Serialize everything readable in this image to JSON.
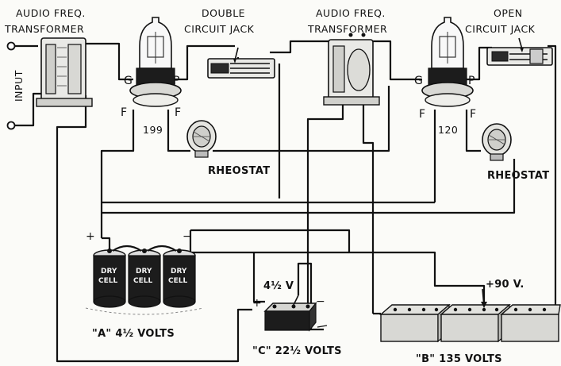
{
  "labels": {
    "transformer_1_line1": "AUDIO FREQ.",
    "transformer_1_line2": "TRANSFORMER",
    "double_jack_line1": "DOUBLE",
    "double_jack_line2": "CIRCUIT JACK",
    "transformer_2_line1": "AUDIO FREQ.",
    "transformer_2_line2": "TRANSFORMER",
    "open_jack_line1": "OPEN",
    "open_jack_line2": "CIRCUIT JACK",
    "input": "INPUT",
    "tube1_type": "199",
    "tube2_type": "120",
    "rheostat_1": "RHEOSTAT",
    "rheostat_2": "RHEOSTAT",
    "a_battery": "\"A\" 4½ VOLTS",
    "c_battery": "\"C\" 22½ VOLTS",
    "b_battery": "\"B\" 135 VOLTS",
    "c_tap": "4½ V",
    "b_tap": "+90 V.",
    "plus": "+",
    "minus": "−",
    "grid": "G",
    "plate": "P",
    "filament": "F",
    "dry_cell_line1": "DRY",
    "dry_cell_line2": "CELL"
  }
}
